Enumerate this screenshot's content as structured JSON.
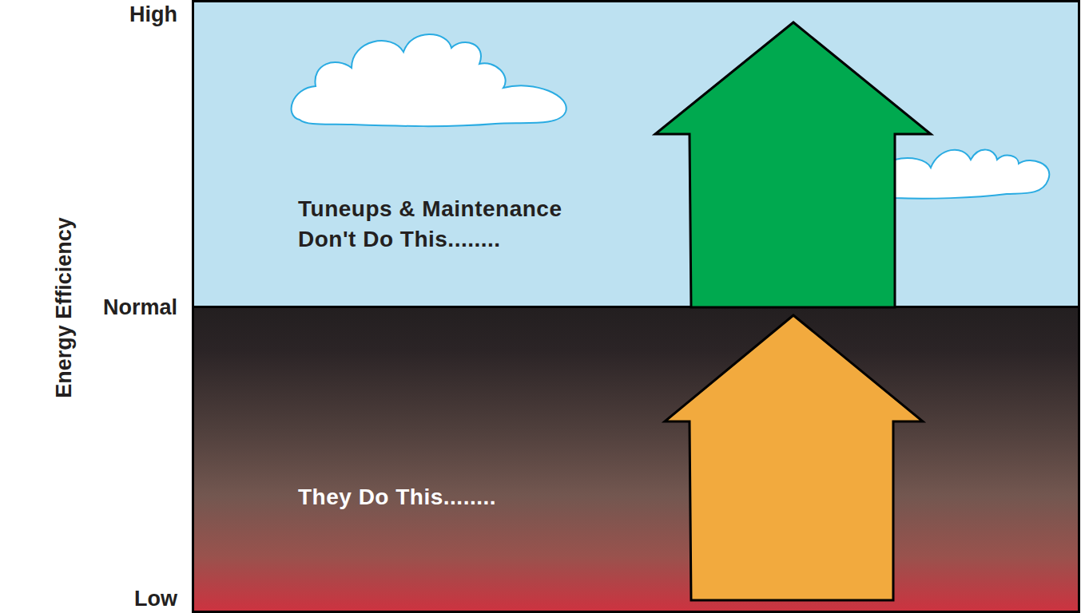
{
  "diagram": {
    "nodes": [
      {
        "text": [
          "Tuneups & Maintenance Don't Do This........"
        ]
      },
      {
        "text": [
          "They Do This........"
        ]
      }
    ],
    "labels": [
      "Energy Efficiency",
      "High",
      "Normal",
      "Low"
    ]
  }
}
